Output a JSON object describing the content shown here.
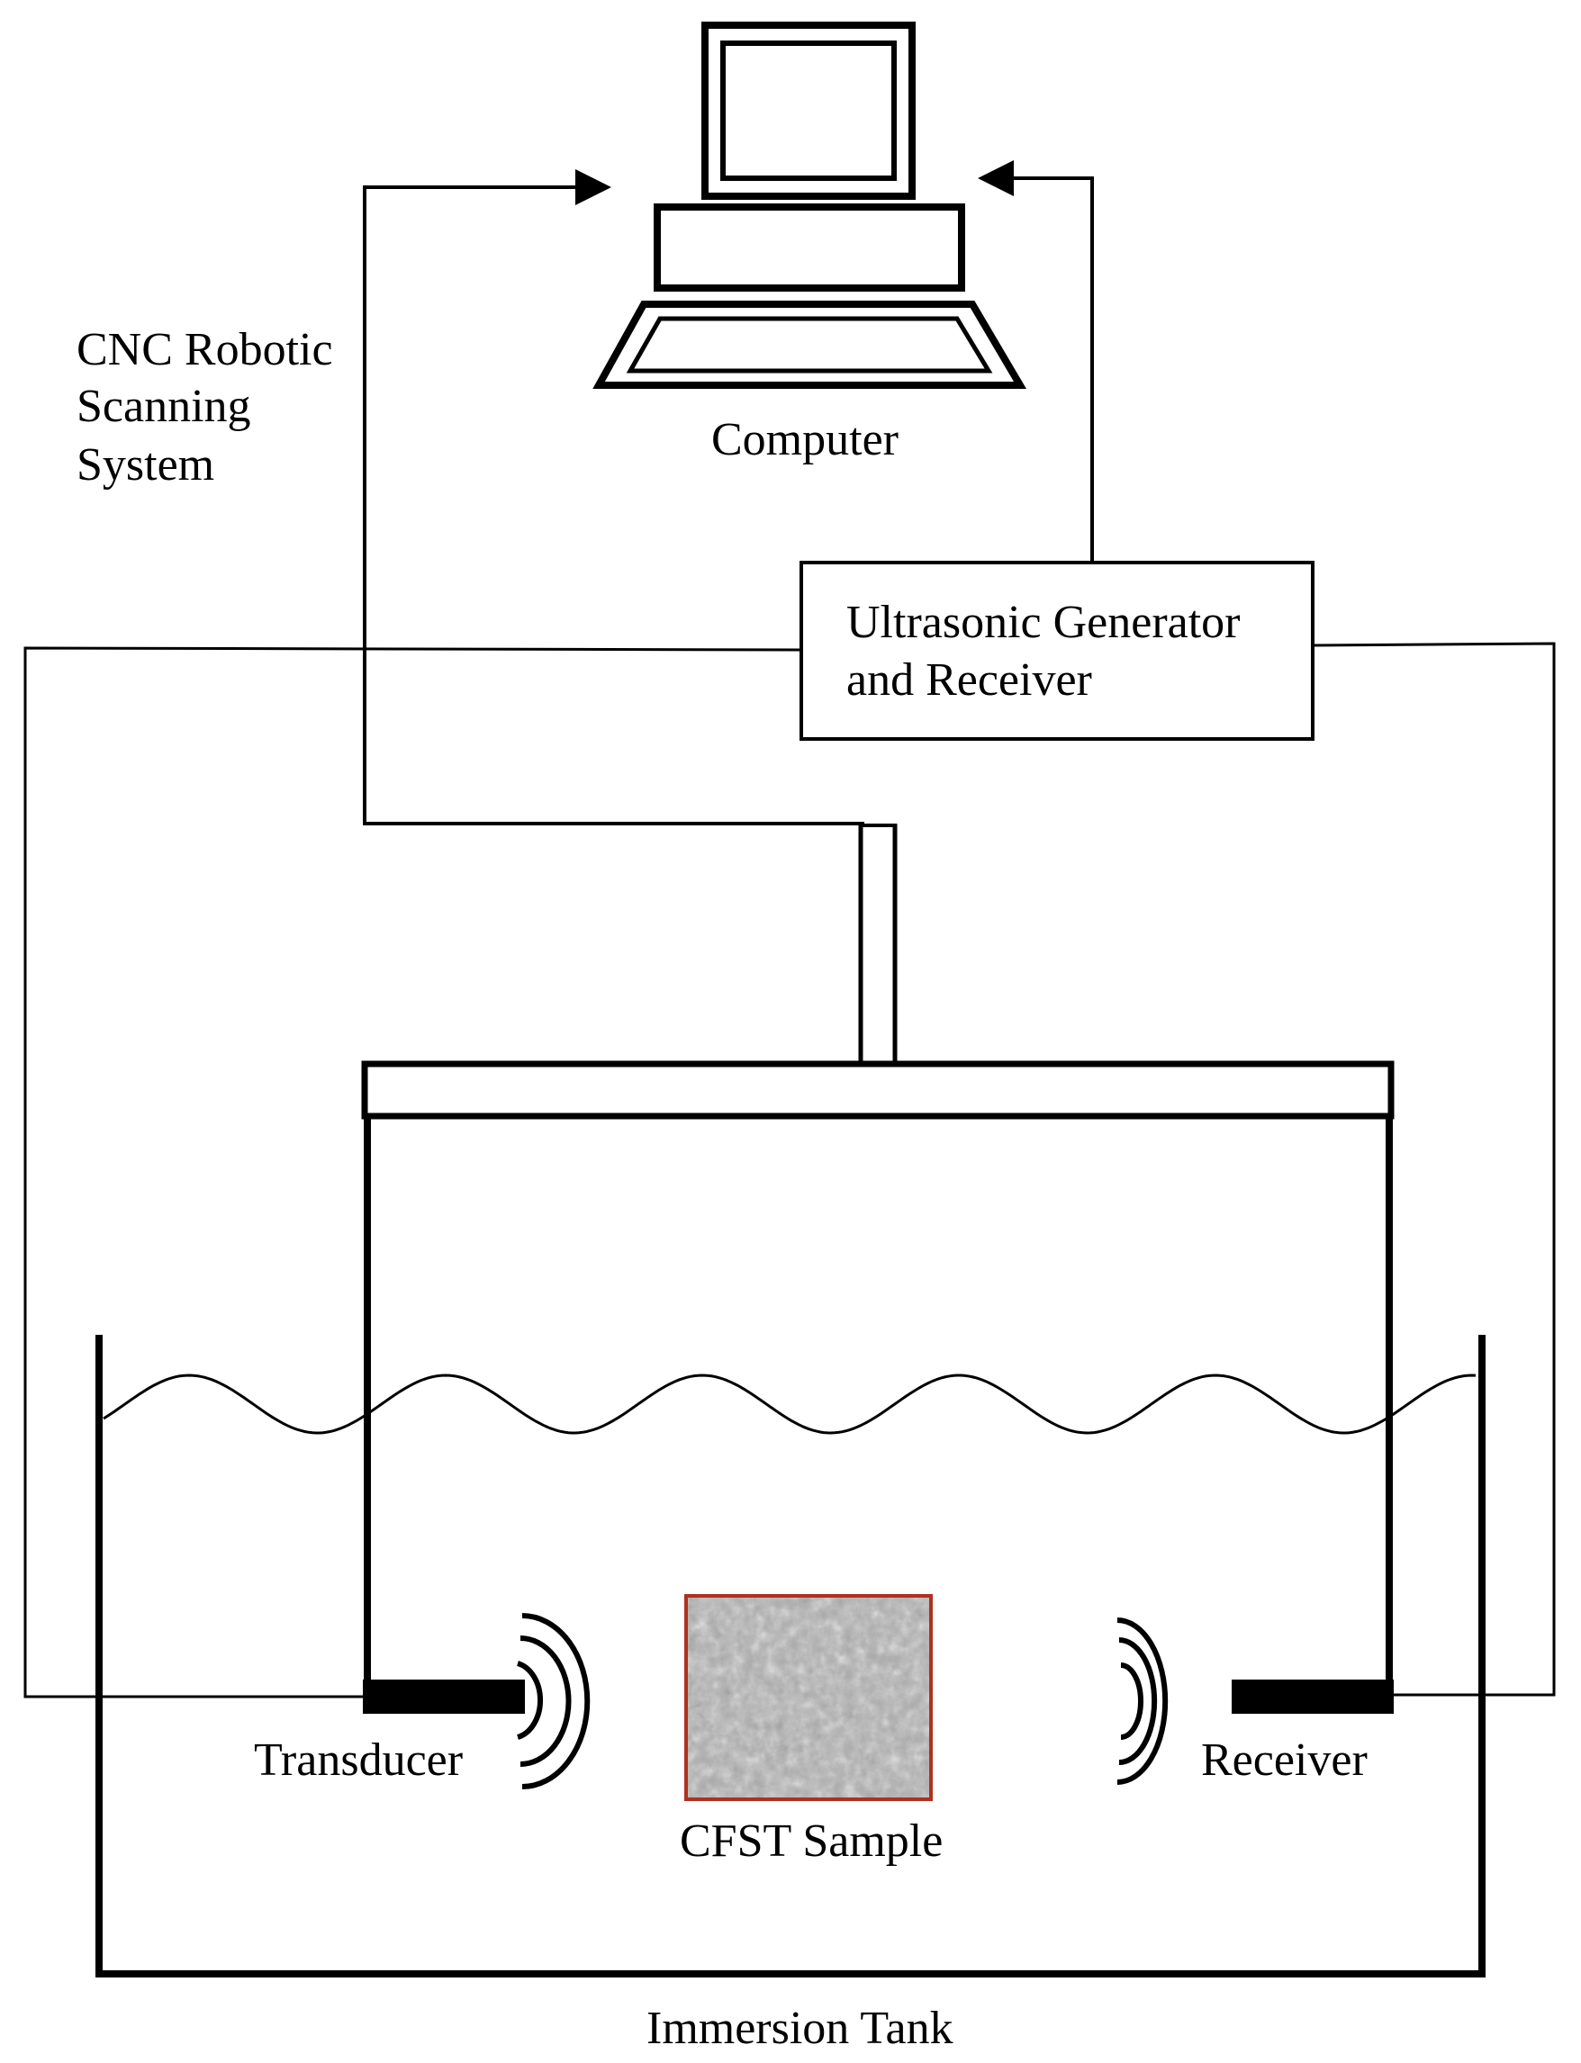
{
  "labels": {
    "cnc_line1": "CNC Robotic",
    "cnc_line2": "Scanning",
    "cnc_line3": "System",
    "computer": "Computer",
    "generator_line1": "Ultrasonic Generator",
    "generator_line2": "and Receiver",
    "transducer": "Transducer",
    "receiver": "Receiver",
    "sample": "CFST Sample",
    "tank": "Immersion Tank"
  },
  "colors": {
    "line": "#000000",
    "sample_border": "#b03020",
    "sample_fill": "#a9a9a9",
    "water": "#333333"
  },
  "icons": {
    "computer": "desktop-computer-icon",
    "transducer_waves": "sound-wave-icon",
    "receiver_waves": "sound-wave-icon"
  }
}
